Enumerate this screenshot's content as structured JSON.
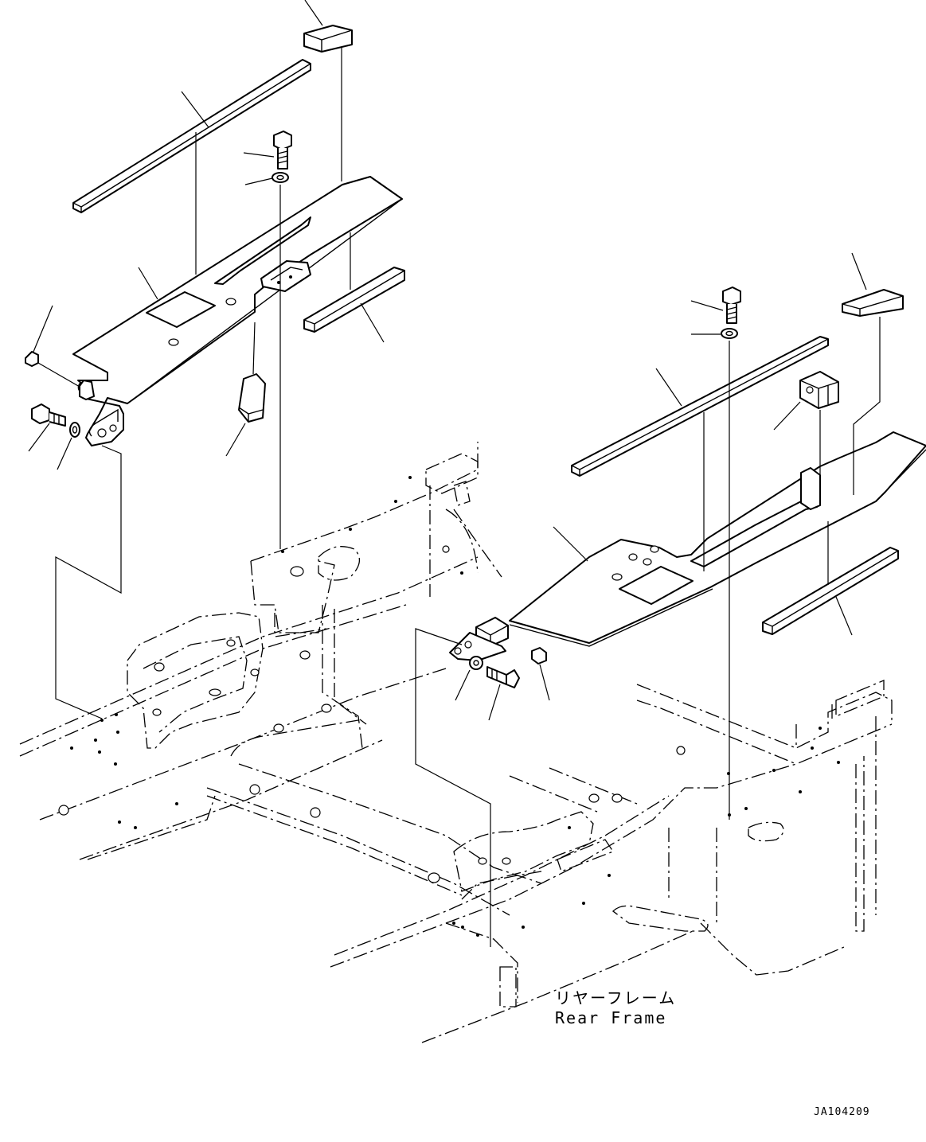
{
  "diagram": {
    "label_jp": "リヤーフレーム",
    "label_en": "Rear Frame",
    "drawing_code": "JA104209"
  }
}
